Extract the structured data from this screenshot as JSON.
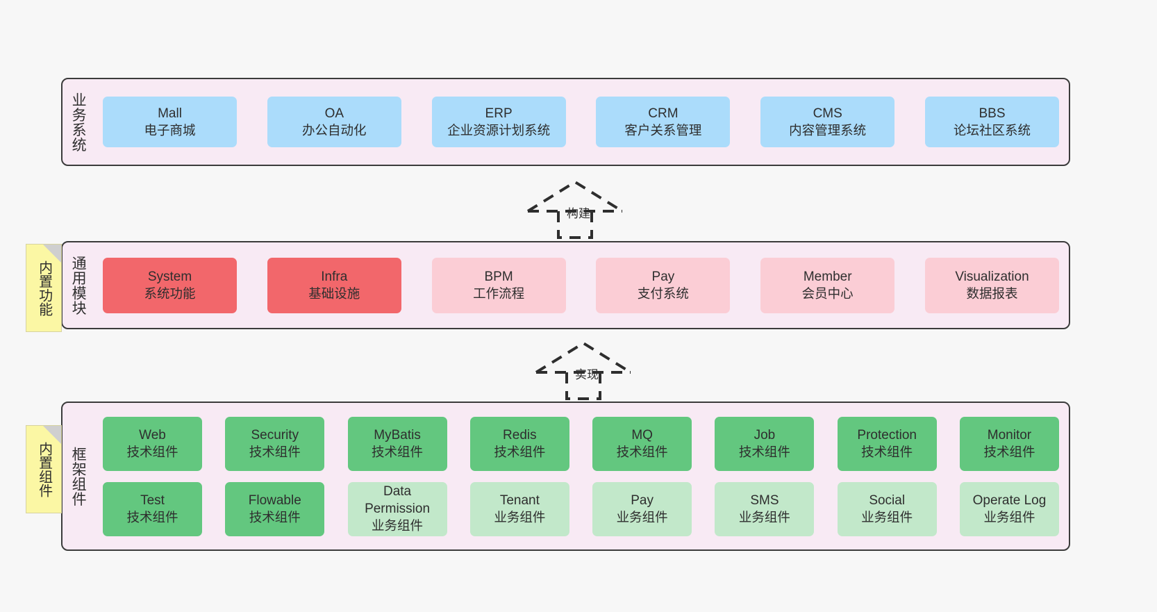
{
  "diagram": {
    "title": "Architecture Layer Diagram",
    "background_color": "#f7f7f7",
    "layer_fill": "#f8eaf4",
    "layer_border": "#3b3b3b"
  },
  "layers": [
    {
      "id": "business",
      "title": "业务系统",
      "color": "#abdcfb",
      "rows": [
        {
          "nodes": [
            {
              "name": "Mall",
              "sub": "电子商城",
              "color": "#abdcfb"
            },
            {
              "name": "OA",
              "sub": "办公自动化",
              "color": "#abdcfb"
            },
            {
              "name": "ERP",
              "sub": "企业资源计划系统",
              "color": "#abdcfb"
            },
            {
              "name": "CRM",
              "sub": "客户关系管理",
              "color": "#abdcfb"
            },
            {
              "name": "CMS",
              "sub": "内容管理系统",
              "color": "#abdcfb"
            },
            {
              "name": "BBS",
              "sub": "论坛社区系统",
              "color": "#abdcfb"
            }
          ]
        }
      ]
    },
    {
      "id": "modules",
      "title": "通用模块",
      "color": "#f2676b",
      "rows": [
        {
          "nodes": [
            {
              "name": "System",
              "sub": "系统功能",
              "color": "#f2676b"
            },
            {
              "name": "Infra",
              "sub": "基础设施",
              "color": "#f2676b"
            },
            {
              "name": "BPM",
              "sub": "工作流程",
              "color": "#fbcdd5"
            },
            {
              "name": "Pay",
              "sub": "支付系统",
              "color": "#fbcdd5"
            },
            {
              "name": "Member",
              "sub": "会员中心",
              "color": "#fbcdd5"
            },
            {
              "name": "Visualization",
              "sub": "数据报表",
              "color": "#fbcdd5"
            }
          ]
        }
      ]
    },
    {
      "id": "framework",
      "title": "框架组件",
      "color": "#63c77f",
      "rows": [
        {
          "nodes": [
            {
              "name": "Web",
              "sub": "技术组件",
              "color": "#63c77f"
            },
            {
              "name": "Security",
              "sub": "技术组件",
              "color": "#63c77f"
            },
            {
              "name": "MyBatis",
              "sub": "技术组件",
              "color": "#63c77f"
            },
            {
              "name": "Redis",
              "sub": "技术组件",
              "color": "#63c77f"
            },
            {
              "name": "MQ",
              "sub": "技术组件",
              "color": "#63c77f"
            },
            {
              "name": "Job",
              "sub": "技术组件",
              "color": "#63c77f"
            },
            {
              "name": "Protection",
              "sub": "技术组件",
              "color": "#63c77f"
            },
            {
              "name": "Monitor",
              "sub": "技术组件",
              "color": "#63c77f"
            }
          ]
        },
        {
          "nodes": [
            {
              "name": "Test",
              "sub": "技术组件",
              "color": "#63c77f"
            },
            {
              "name": "Flowable",
              "sub": "技术组件",
              "color": "#63c77f"
            },
            {
              "name": "Data Permission",
              "sub": "业务组件",
              "color": "#c2e8ca",
              "wrap": true
            },
            {
              "name": "Tenant",
              "sub": "业务组件",
              "color": "#c2e8ca"
            },
            {
              "name": "Pay",
              "sub": "业务组件",
              "color": "#c2e8ca"
            },
            {
              "name": "SMS",
              "sub": "业务组件",
              "color": "#c2e8ca"
            },
            {
              "name": "Social",
              "sub": "业务组件",
              "color": "#c2e8ca"
            },
            {
              "name": "Operate Log",
              "sub": "业务组件",
              "color": "#c2e8ca"
            }
          ]
        }
      ]
    }
  ],
  "notes": [
    {
      "id": "builtin-func",
      "text": "内置功能",
      "color": "#fbf7a4"
    },
    {
      "id": "builtin-comp",
      "text": "内置组件",
      "color": "#fbf7a4"
    }
  ],
  "connectors": [
    {
      "id": "build",
      "label": "构建",
      "style": "dashed-generalization",
      "from": "modules",
      "to": "business"
    },
    {
      "id": "impl",
      "label": "实现",
      "style": "dashed-generalization",
      "from": "framework",
      "to": "modules"
    }
  ]
}
